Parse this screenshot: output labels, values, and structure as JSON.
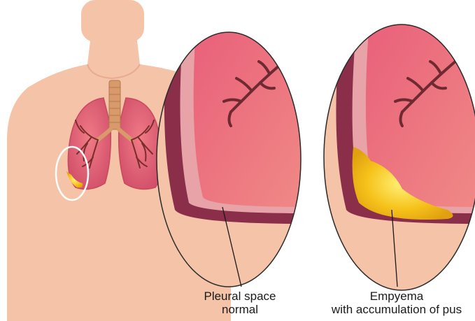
{
  "labels": {
    "normal": {
      "line1": "Pleural space",
      "line2": "normal"
    },
    "empyema": {
      "line1": "Empyema",
      "line2": "with accumulation of pus"
    }
  },
  "colors": {
    "body": "#f4c3a8",
    "lung": "#e8606f",
    "lung_dark": "#c84a5c",
    "trachea": "#d89a6a",
    "airway": "#7a2e2a",
    "pus": "#f6c21a",
    "pleura": "#8a2e4a",
    "lens_outline": "#2b2b2b"
  }
}
